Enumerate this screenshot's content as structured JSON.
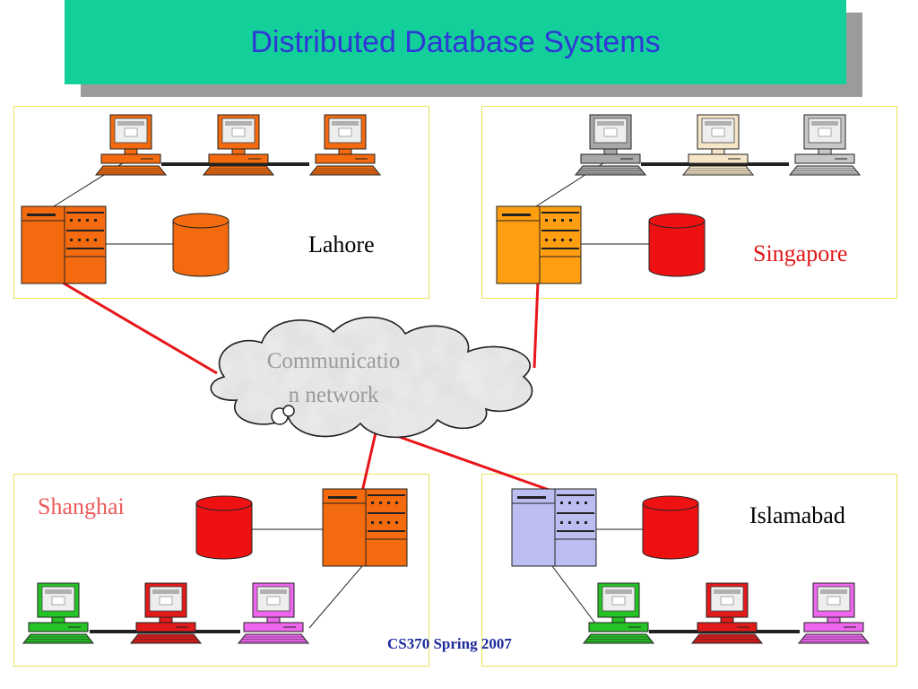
{
  "slide": {
    "title": "Distributed Database Systems",
    "footer": "CS370 Spring 2007"
  },
  "network": {
    "label_line1": "Communicatio",
    "label_line2": "n network",
    "link_color": "#e8161b"
  },
  "sites": [
    {
      "id": "lahore",
      "label": "Lahore",
      "label_color": "#000000",
      "server_color": "#f36b0e",
      "db_color": "#f36b0e",
      "pc_colors": [
        "#f36b0e",
        "#f36b0e",
        "#f36b0e"
      ]
    },
    {
      "id": "singapore",
      "label": "Singapore",
      "label_color": "#e01818",
      "server_color": "#ff9e10",
      "db_color": "#ee1111",
      "pc_colors": [
        "#a8a8a8",
        "#f6e6c8",
        "#c8c8c8"
      ]
    },
    {
      "id": "shanghai",
      "label": "Shanghai",
      "label_color": "#ee5a5a",
      "server_color": "#f36b0e",
      "db_color": "#ee1111",
      "pc_colors": [
        "#26c326",
        "#e11a1a",
        "#ee66ee"
      ]
    },
    {
      "id": "islamabad",
      "label": "Islamabad",
      "label_color": "#000000",
      "server_color": "#bcbdf0",
      "db_color": "#ee1111",
      "pc_colors": [
        "#26c326",
        "#e11a1a",
        "#ee66ee"
      ]
    }
  ]
}
